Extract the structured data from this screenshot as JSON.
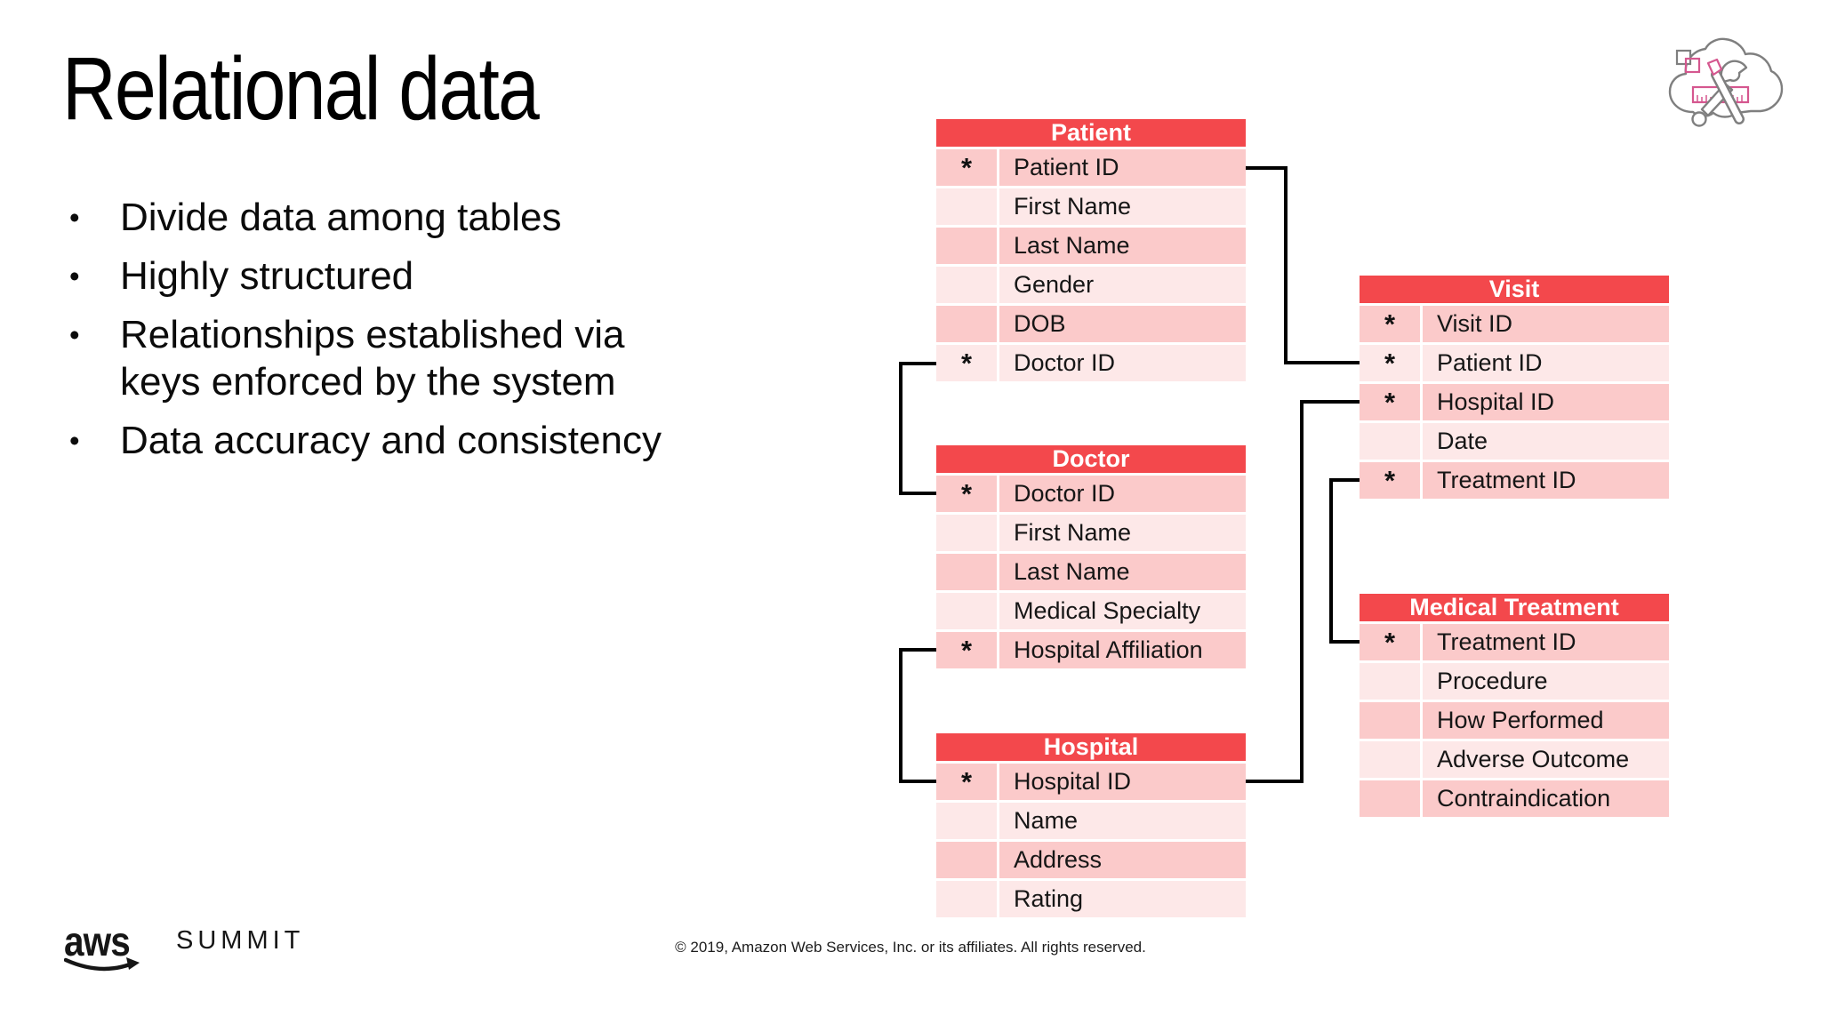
{
  "slide": {
    "title": "Relational data",
    "bullet_char": "•",
    "bullets": [
      "Divide data among tables",
      "Highly structured",
      "Relationships established via\nkeys enforced by the system",
      "Data accuracy and consistency"
    ],
    "footer": {
      "logo_aws": "aws",
      "logo_summit": "SUMMIT",
      "copyright": "© 2019, Amazon Web Services, Inc. or its affiliates. All rights reserved."
    },
    "icons": {
      "top_right": "cloud-with-tools",
      "logo_mark": "aws-smile-arrow"
    }
  },
  "colors": {
    "header_red": "#F3484C",
    "row_dark": "#FBCACA",
    "row_light": "#FDE8E8",
    "accent_pink": "#D5578F",
    "icon_gray": "#7F7F7F"
  },
  "diagram": {
    "key_marker": "*",
    "tables": [
      {
        "name": "Patient",
        "rows": [
          {
            "key": "*",
            "label": "Patient ID"
          },
          {
            "key": "",
            "label": "First Name"
          },
          {
            "key": "",
            "label": "Last Name"
          },
          {
            "key": "",
            "label": "Gender"
          },
          {
            "key": "",
            "label": "DOB"
          },
          {
            "key": "*",
            "label": "Doctor ID"
          }
        ]
      },
      {
        "name": "Doctor",
        "rows": [
          {
            "key": "*",
            "label": "Doctor ID"
          },
          {
            "key": "",
            "label": "First Name"
          },
          {
            "key": "",
            "label": "Last Name"
          },
          {
            "key": "",
            "label": "Medical Specialty"
          },
          {
            "key": "*",
            "label": "Hospital Affiliation"
          }
        ]
      },
      {
        "name": "Hospital",
        "rows": [
          {
            "key": "*",
            "label": "Hospital ID"
          },
          {
            "key": "",
            "label": "Name"
          },
          {
            "key": "",
            "label": "Address"
          },
          {
            "key": "",
            "label": "Rating"
          }
        ]
      },
      {
        "name": "Visit",
        "rows": [
          {
            "key": "*",
            "label": "Visit ID"
          },
          {
            "key": "*",
            "label": "Patient ID"
          },
          {
            "key": "*",
            "label": "Hospital ID"
          },
          {
            "key": "",
            "label": "Date"
          },
          {
            "key": "*",
            "label": "Treatment ID"
          }
        ]
      },
      {
        "name": "Medical Treatment",
        "rows": [
          {
            "key": "*",
            "label": "Treatment ID"
          },
          {
            "key": "",
            "label": "Procedure"
          },
          {
            "key": "",
            "label": "How Performed"
          },
          {
            "key": "",
            "label": "Adverse Outcome"
          },
          {
            "key": "",
            "label": "Contraindication"
          }
        ]
      }
    ],
    "relationships": [
      {
        "from": "Patient.Patient ID",
        "to": "Visit.Patient ID"
      },
      {
        "from": "Patient.Doctor ID",
        "to": "Doctor.Doctor ID"
      },
      {
        "from": "Doctor.Hospital Affiliation",
        "to": "Hospital.Hospital ID"
      },
      {
        "from": "Hospital.Hospital ID",
        "to": "Visit.Hospital ID"
      },
      {
        "from": "Visit.Treatment ID",
        "to": "Medical Treatment.Treatment ID"
      }
    ]
  }
}
